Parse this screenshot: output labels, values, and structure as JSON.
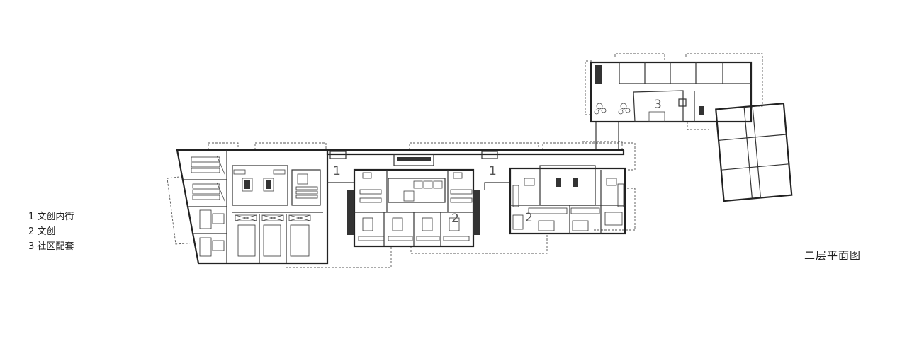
{
  "legend": {
    "items": [
      {
        "number": "1",
        "label": "文创内街",
        "text": "1 文创内街"
      },
      {
        "number": "2",
        "label": "文创",
        "text": "2 文创"
      },
      {
        "number": "3",
        "label": "社区配套",
        "text": "3 社区配套"
      }
    ]
  },
  "title": "二层平面图",
  "plan_labels": {
    "zone_1_left": "1",
    "zone_1_right": "1",
    "zone_2_center": "2",
    "zone_2_right": "2",
    "zone_3": "3"
  },
  "colors": {
    "background": "#ffffff",
    "wall": "#222222",
    "dashed_outline": "#555555",
    "label_text": "#555555"
  }
}
